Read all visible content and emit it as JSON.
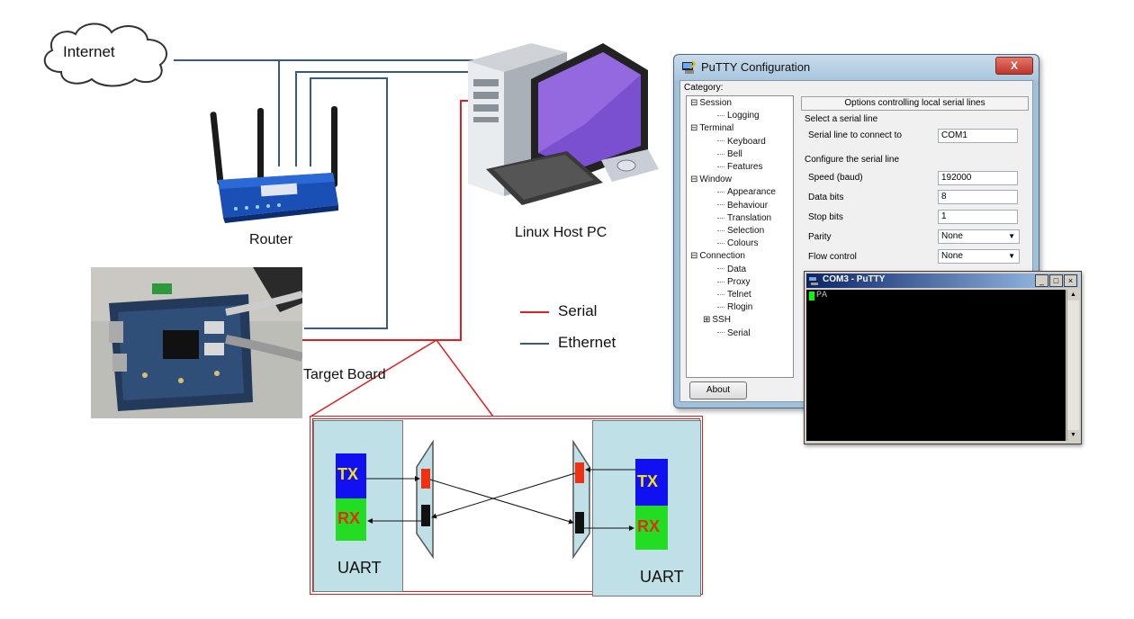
{
  "labels": {
    "internet": "Internet",
    "router": "Router",
    "host": "Linux Host PC",
    "target": "Target Board",
    "legend_serial": "Serial",
    "legend_ethernet": "Ethernet"
  },
  "colors": {
    "serial": "#e02020",
    "ethernet": "#3a5a80",
    "uart_panel": "#bfe0e6",
    "tx_block": "#1010f0",
    "rx_block": "#22dd22",
    "tx_text": "#f2e020",
    "rx_text": "#e03010"
  },
  "uart": {
    "left_tx": "TX",
    "left_rx": "RX",
    "left_label": "UART",
    "right_tx": "TX",
    "right_rx": "RX",
    "right_label": "UART"
  },
  "putty": {
    "title": "PuTTY Configuration",
    "close": "X",
    "category_label": "Category:",
    "tree": [
      {
        "label": "Session",
        "level": 0,
        "prefix": "⊟"
      },
      {
        "label": "Logging",
        "level": 2,
        "prefix": ""
      },
      {
        "label": "Terminal",
        "level": 0,
        "prefix": "⊟"
      },
      {
        "label": "Keyboard",
        "level": 2,
        "prefix": ""
      },
      {
        "label": "Bell",
        "level": 2,
        "prefix": ""
      },
      {
        "label": "Features",
        "level": 2,
        "prefix": ""
      },
      {
        "label": "Window",
        "level": 0,
        "prefix": "⊟"
      },
      {
        "label": "Appearance",
        "level": 2,
        "prefix": ""
      },
      {
        "label": "Behaviour",
        "level": 2,
        "prefix": ""
      },
      {
        "label": "Translation",
        "level": 2,
        "prefix": ""
      },
      {
        "label": "Selection",
        "level": 2,
        "prefix": ""
      },
      {
        "label": "Colours",
        "level": 2,
        "prefix": ""
      },
      {
        "label": "Connection",
        "level": 0,
        "prefix": "⊟"
      },
      {
        "label": "Data",
        "level": 2,
        "prefix": ""
      },
      {
        "label": "Proxy",
        "level": 2,
        "prefix": ""
      },
      {
        "label": "Telnet",
        "level": 2,
        "prefix": ""
      },
      {
        "label": "Rlogin",
        "level": 2,
        "prefix": ""
      },
      {
        "label": "SSH",
        "level": 1,
        "prefix": "⊞"
      },
      {
        "label": "Serial",
        "level": 2,
        "prefix": ""
      }
    ],
    "panel_header": "Options controlling local serial lines",
    "section_select": "Select a serial line",
    "serial_line_label": "Serial line to connect to",
    "serial_line_value": "COM1",
    "section_configure": "Configure the serial line",
    "speed_label": "Speed (baud)",
    "speed_value": "192000",
    "databits_label": "Data bits",
    "databits_value": "8",
    "stopbits_label": "Stop bits",
    "stopbits_value": "1",
    "parity_label": "Parity",
    "parity_value": "None",
    "flow_label": "Flow control",
    "flow_value": "None",
    "about_button": "About"
  },
  "terminal": {
    "title": "COM3 - PuTTY",
    "output": "PA",
    "btn_min": "_",
    "btn_max": "□",
    "btn_close": "×",
    "scroll_up": "▲",
    "scroll_down": "▼"
  }
}
